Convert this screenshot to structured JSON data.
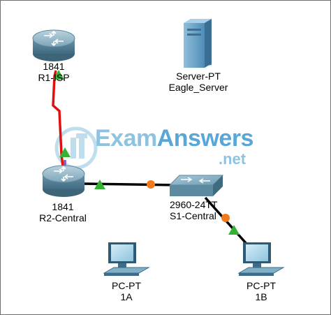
{
  "devices": {
    "r1": {
      "model": "1841",
      "name": "R1-ISP",
      "icon": "router-icon"
    },
    "r2": {
      "model": "1841",
      "name": "R2-Central",
      "icon": "router-icon"
    },
    "server": {
      "model": "Server-PT",
      "name": "Eagle_Server",
      "icon": "server-icon"
    },
    "switch": {
      "model": "2960-24TT",
      "name": "S1-Central",
      "icon": "switch-icon"
    },
    "pc1a": {
      "model": "PC-PT",
      "name": "1A",
      "icon": "pc-icon"
    },
    "pc1b": {
      "model": "PC-PT",
      "name": "1B",
      "icon": "pc-icon"
    }
  },
  "links": [
    {
      "from": "r1",
      "to": "r2",
      "type": "serial",
      "color": "#e01010"
    },
    {
      "from": "r2",
      "to": "switch",
      "type": "ethernet",
      "color": "#000000"
    },
    {
      "from": "switch",
      "to": "pc1b",
      "type": "ethernet",
      "color": "#000000"
    }
  ],
  "status_colors": {
    "up": "#34b233",
    "pending": "#f07b1e"
  },
  "watermark": {
    "brand": "ExamAnswers",
    "brand_part1": "Exam",
    "brand_part2": "Answers",
    "suffix": ".net"
  }
}
